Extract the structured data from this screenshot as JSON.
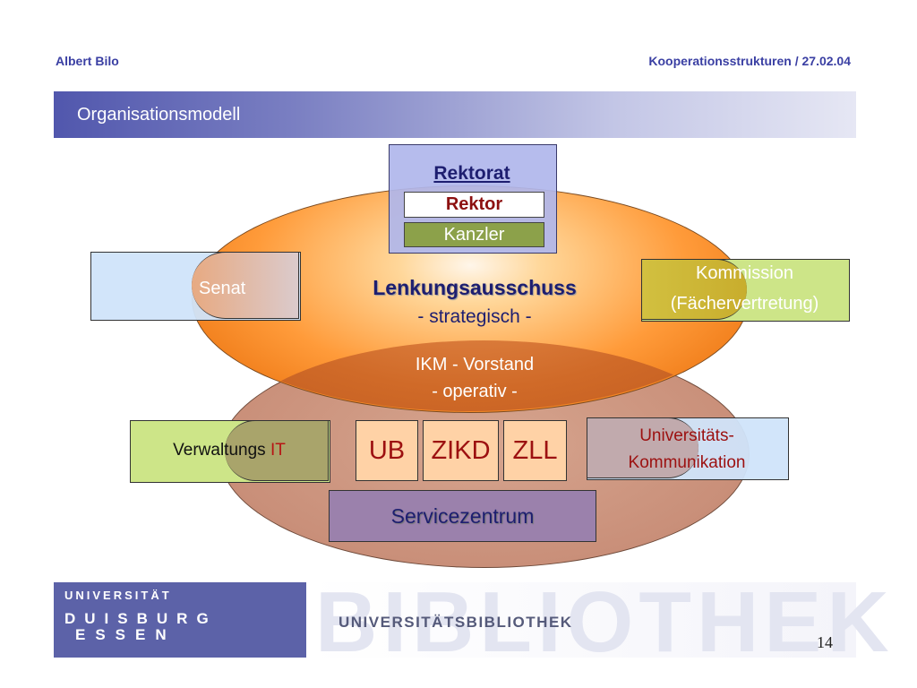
{
  "header": {
    "author": "Albert Bilo",
    "topic": "Kooperationsstrukturen / 27.02.04",
    "section_title": "Organisationsmodell"
  },
  "diagram": {
    "rektorat": "Rektorat",
    "rektor": "Rektor",
    "kanzler": "Kanzler",
    "senat": "Senat",
    "kommission_line1": "Kommission",
    "kommission_line2": "(Fächervertretung)",
    "lenkung_title": "Lenkungsausschuss",
    "lenkung_sub": "- strategisch -",
    "ikm_title": "IKM - Vorstand",
    "ikm_sub": "- operativ -",
    "verwaltung": "Verwaltungs ",
    "verwaltung_it": "IT",
    "units": [
      "UB",
      "ZIKD",
      "ZLL"
    ],
    "unikom_line1": "Universitäts-",
    "unikom_line2": "Kommunikation",
    "servicezentrum": "Servicezentrum"
  },
  "footer": {
    "universitaet": "UNIVERSITÄT",
    "duisburg": "DUISBURG",
    "essen": "ESSEN",
    "watermark": "BIBLIOTHEK",
    "library": "UNIVERSITÄTSBIBLIOTHEK",
    "page_number": "14"
  },
  "colors": {
    "header_text": "#3a3fa3",
    "orange_ellipse": "#f07d1a",
    "brown_ellipse": "#c98f79",
    "green_box": "#cde588",
    "blue_box": "#d0e4fa",
    "purple_box": "#9b81ac",
    "dark_red": "#9c1010"
  }
}
